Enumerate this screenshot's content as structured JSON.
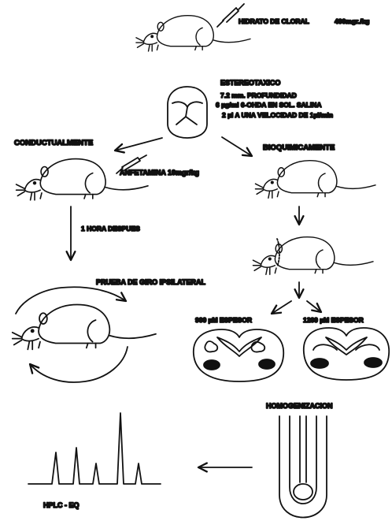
{
  "labels": {
    "chloral": "HIDRATO DE CLORAL",
    "chloral_dose": "400mgr./kg",
    "stereotaxic": "ESTEREOTAXICO",
    "depth": "7.2 mm. PROFUNDIDAD",
    "solution": "6 µg/ml 6-OHDA EN SOL. SALINA",
    "rate": "2 µl A UNA VELOCIDAD DE 1µl/min",
    "behavioral": "CONDUCTUALMENTE",
    "biochemical": "BIOQUIMICAMENTE",
    "amphetamine": "ANFETAMINA 10mgr/kg",
    "one_hour_later": "1 HORA DESPUES",
    "rotation_test": "PRUEBA DE GIRO IPSILATERAL",
    "slice_900": "900 µM ESPESOR",
    "slice_1200": "1200 µM ESPESOR",
    "homogenization": "HOMOGENIZACION",
    "hplc": "HPLC - EQ"
  },
  "colors": {
    "ink": "#111111",
    "background": "#ffffff"
  },
  "icons": [
    "rat-icon",
    "brain-outline-icon",
    "syringe-icon",
    "brain-slice-icon",
    "homogenizer-tube-icon",
    "chromatogram-icon"
  ]
}
